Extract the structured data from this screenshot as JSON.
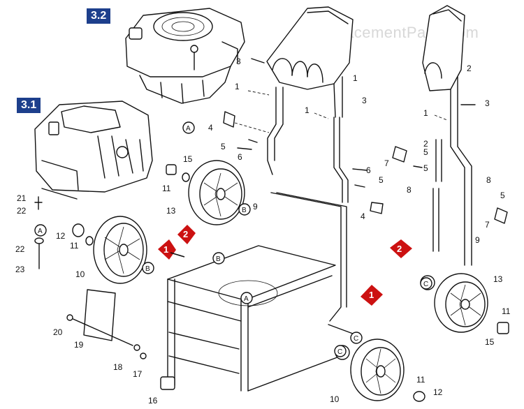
{
  "watermark": "eReplacementParts.com",
  "section_boxes": [
    "3.2",
    "3.1"
  ],
  "callouts": [
    "1",
    "2",
    "3",
    "4",
    "5",
    "6",
    "7",
    "8",
    "9",
    "10",
    "11",
    "12",
    "13",
    "15",
    "16",
    "17",
    "18",
    "19",
    "20",
    "21",
    "22",
    "23"
  ],
  "circle_refs": [
    "A",
    "B",
    "C"
  ],
  "arrow_markers": [
    "1",
    "2"
  ],
  "colors": {
    "box": "#1d3f8c",
    "arrow": "#cc1111",
    "line": "#111111"
  }
}
